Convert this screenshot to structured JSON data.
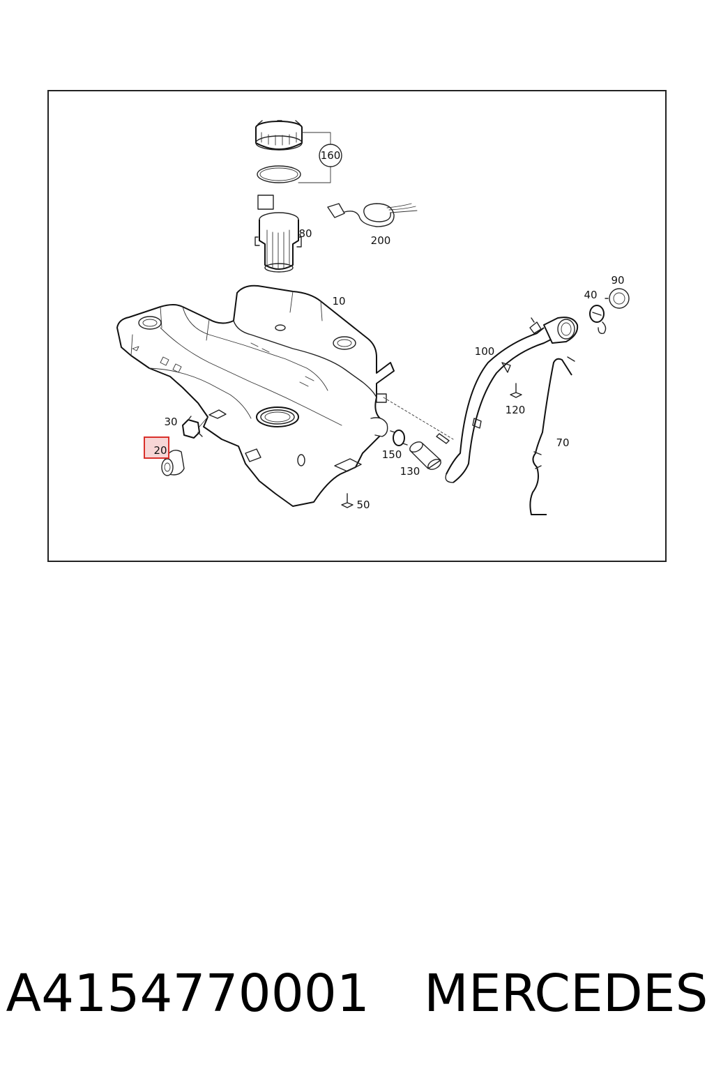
{
  "callouts": {
    "c10": "10",
    "c20": "20",
    "c30": "30",
    "c40": "40",
    "c50": "50",
    "c70": "70",
    "c80": "80",
    "c90": "90",
    "c100": "100",
    "c120": "120",
    "c130": "130",
    "c150": "150",
    "c160": "160",
    "c200": "200"
  },
  "highlighted_callout": "20",
  "highlight_color": "#d9302a",
  "caption": {
    "part_number": "A4154770001",
    "brand": "MERCEDES"
  }
}
